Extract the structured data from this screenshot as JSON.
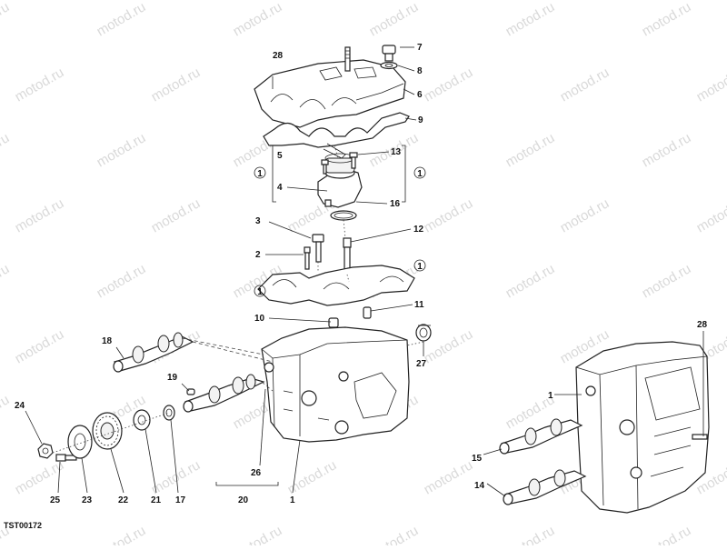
{
  "watermark": "motod.ru",
  "image_code": "TST00172",
  "marker_symbol": "1",
  "callouts": {
    "c28_top": "28",
    "c7": "7",
    "c8": "8",
    "c6": "6",
    "c9": "9",
    "c5": "5",
    "c13": "13",
    "c4": "4",
    "c16": "16",
    "c3": "3",
    "c12": "12",
    "c2": "2",
    "c11": "11",
    "c10": "10",
    "c18": "18",
    "c27": "27",
    "c19": "19",
    "c24": "24",
    "c26": "26",
    "c20": "20",
    "c25": "25",
    "c23": "23",
    "c22": "22",
    "c21": "21",
    "c17": "17",
    "c1_left": "1",
    "c28_right": "28",
    "c1_right": "1",
    "c15": "15",
    "c14": "14"
  }
}
